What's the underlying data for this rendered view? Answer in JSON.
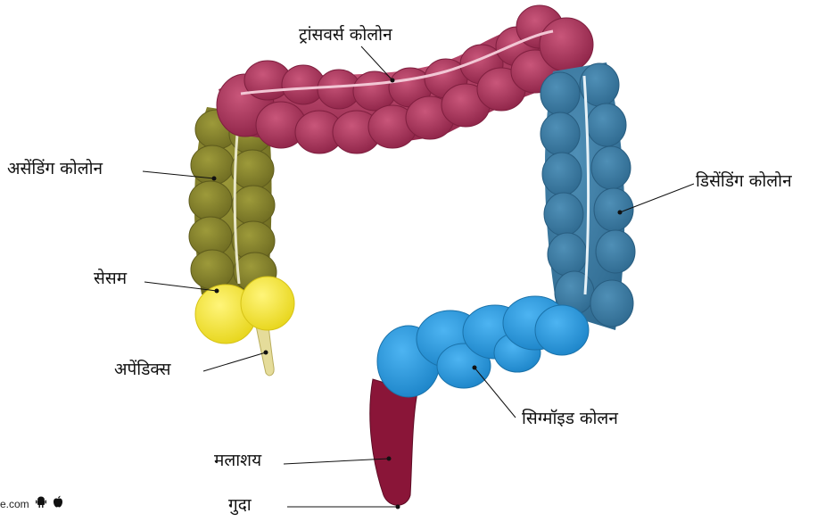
{
  "labels": {
    "transverse": "ट्रांसवर्स कोलोन",
    "ascending": "असेंडिंग कोलोन",
    "descending": "डिसेंडिंग कोलोन",
    "cecum": "सेसम",
    "appendix": "अपेंडिक्स",
    "sigmoid": "सिग्मॉइड कोलन",
    "rectum": "मलाशय",
    "anus": "गुदा"
  },
  "watermark": {
    "text": "e.com",
    "icons": [
      "android-icon",
      "apple-icon"
    ]
  },
  "colors": {
    "transverse": "#b0345f",
    "ascending": "#8a8a2a",
    "descending": "#3f7ea6",
    "cecum": "#f5e83a",
    "appendix": "#e7dfa0",
    "sigmoid": "#2c9fe6",
    "rectum": "#8a1538"
  }
}
